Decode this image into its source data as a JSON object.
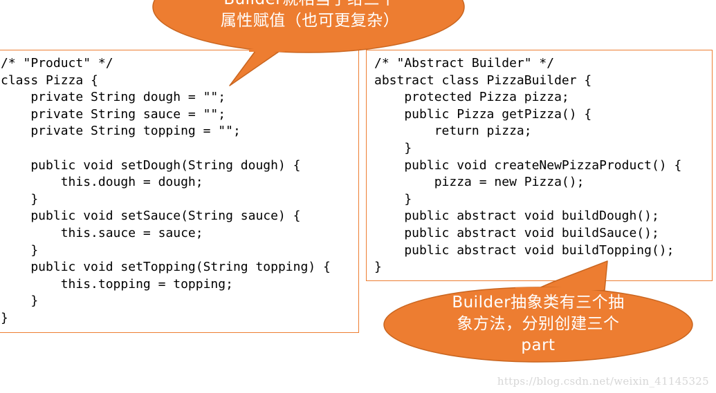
{
  "colors": {
    "panel_border": "#ED7D31",
    "callout_fill": "#ED7D31",
    "callout_text": "#FFFFFF",
    "watermark": "#D6D6D6"
  },
  "left_panel": {
    "lines": [
      "/* \"Product\" */",
      "class Pizza {",
      "    private String dough = \"\";",
      "    private String sauce = \"\";",
      "    private String topping = \"\";",
      "",
      "    public void setDough(String dough) {",
      "        this.dough = dough;",
      "    }",
      "    public void setSauce(String sauce) {",
      "        this.sauce = sauce;",
      "    }",
      "    public void setTopping(String topping) {",
      "        this.topping = topping;",
      "    }",
      "}"
    ]
  },
  "right_panel": {
    "lines": [
      "/* \"Abstract Builder\" */",
      "abstract class PizzaBuilder {",
      "    protected Pizza pizza;",
      "    public Pizza getPizza() {",
      "        return pizza;",
      "    }",
      "    public void createNewPizzaProduct() {",
      "        pizza = new Pizza();",
      "    }",
      "    public abstract void buildDough();",
      "    public abstract void buildSauce();",
      "    public abstract void buildTopping();",
      "}"
    ]
  },
  "top_callout": {
    "lines": [
      "Builder就相当于给三个",
      "属性赋值（也可更复杂）"
    ]
  },
  "bottom_callout": {
    "lines": [
      "Builder抽象类有三个抽",
      "象方法，分别创建三个",
      "part"
    ]
  },
  "watermark": "https://blog.csdn.net/weixin_41145325"
}
